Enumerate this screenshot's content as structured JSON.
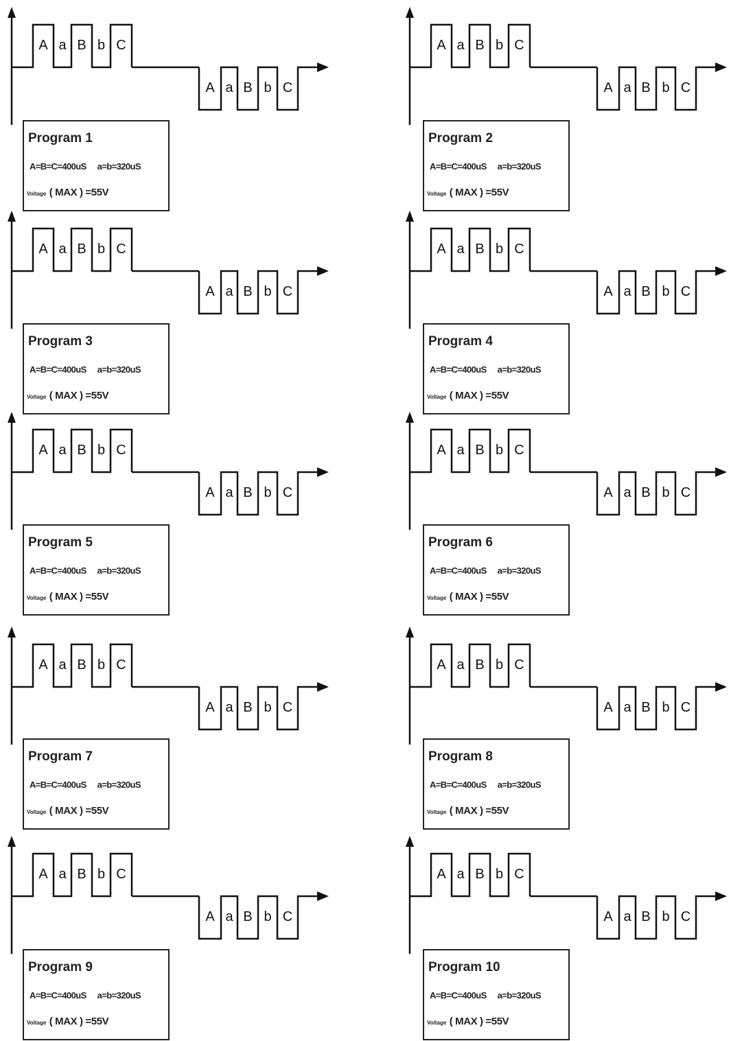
{
  "pulse_labels": {
    "positive": [
      "A",
      "a",
      "B",
      "b",
      "C"
    ],
    "negative": [
      "A",
      "a",
      "B",
      "b",
      "C"
    ]
  },
  "programs": [
    {
      "title": "Program 1",
      "timing_left": "A=B=C=400uS",
      "timing_right": "a=b=320uS",
      "voltage_prefix": "Voltage",
      "voltage_value": "( MAX ) =55V"
    },
    {
      "title": "Program 2",
      "timing_left": "A=B=C=400uS",
      "timing_right": "a=b=320uS",
      "voltage_prefix": "Voltage",
      "voltage_value": "( MAX ) =55V"
    },
    {
      "title": "Program 3",
      "timing_left": "A=B=C=400uS",
      "timing_right": "a=b=320uS",
      "voltage_prefix": "Voltage",
      "voltage_value": "( MAX ) =55V"
    },
    {
      "title": "Program 4",
      "timing_left": "A=B=C=400uS",
      "timing_right": "a=b=320uS",
      "voltage_prefix": "Voltage",
      "voltage_value": "( MAX ) =55V"
    },
    {
      "title": "Program 5",
      "timing_left": "A=B=C=400uS",
      "timing_right": "a=b=320uS",
      "voltage_prefix": "Voltage",
      "voltage_value": "( MAX ) =55V"
    },
    {
      "title": "Program 6",
      "timing_left": "A=B=C=400uS",
      "timing_right": "a=b=320uS",
      "voltage_prefix": "Voltage",
      "voltage_value": "( MAX ) =55V"
    },
    {
      "title": "Program 7",
      "timing_left": "A=B=C=400uS",
      "timing_right": "a=b=320uS",
      "voltage_prefix": "Voltage",
      "voltage_value": "( MAX ) =55V"
    },
    {
      "title": "Program 8",
      "timing_left": "A=B=C=400uS",
      "timing_right": "a=b=320uS",
      "voltage_prefix": "Voltage",
      "voltage_value": "( MAX ) =55V"
    },
    {
      "title": "Program 9",
      "timing_left": "A=B=C=400uS",
      "timing_right": "a=b=320uS",
      "voltage_prefix": "Voltage",
      "voltage_value": "( MAX ) =55V"
    },
    {
      "title": "Program 10",
      "timing_left": "A=B=C=400uS",
      "timing_right": "a=b=320uS",
      "voltage_prefix": "Voltage",
      "voltage_value": "( MAX ) =55V"
    }
  ]
}
